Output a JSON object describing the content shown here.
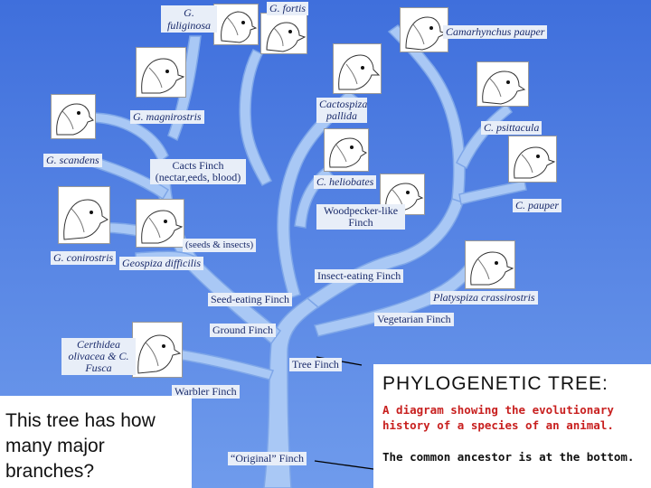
{
  "colors": {
    "background": "#5b88e6",
    "branch": "#a9c8f5",
    "branch_edge": "#7ea6e8",
    "label_text": "#1a2b6b",
    "definition_text": "#c8201f"
  },
  "labels": {
    "g_fuliginosa": "G. fuliginosa",
    "g_fortis": "G. fortis",
    "camarhynchus_pauper": "Camarhynchus pauper",
    "g_magnirostris": "G. magnirostris",
    "cactospiza_pallida": "Cactospiza pallida",
    "c_psittacula": "C. psittacula",
    "g_scandens": "G. scandens",
    "cacts_finch": "Cacts Finch (nectar,eeds, blood)",
    "c_heliobates": "C. heliobates",
    "c_pauper": "C. pauper",
    "woodpecker_like_finch": "Woodpecker-like Finch",
    "seeds_insects": "(seeds & insects)",
    "g_conirostris": "G. conirostris",
    "geospiza_difficilis": "Geospiza difficilis",
    "insect_eating_finch": "Insect-eating Finch",
    "platyspiza_crassirostris": "Platyspiza crassirostris",
    "seed_eating_finch": "Seed-eating Finch",
    "vegetarian_finch": "Vegetarian Finch",
    "ground_finch": "Ground Finch",
    "certhidea": "Certhidea olivacea & C. Fusca",
    "tree_finch": "Tree Finch",
    "warbler_finch": "Warbler Finch",
    "original_finch": "“Original” Finch"
  },
  "question": "This tree has how many major branches?",
  "title": "PHYLOGENETIC TREE:",
  "definition": "A diagram showing the evolutionary history of a species of an animal.",
  "ancestor_note": "The common ancestor is at the bottom.",
  "icons": {
    "finch": "finch-head-icon"
  }
}
